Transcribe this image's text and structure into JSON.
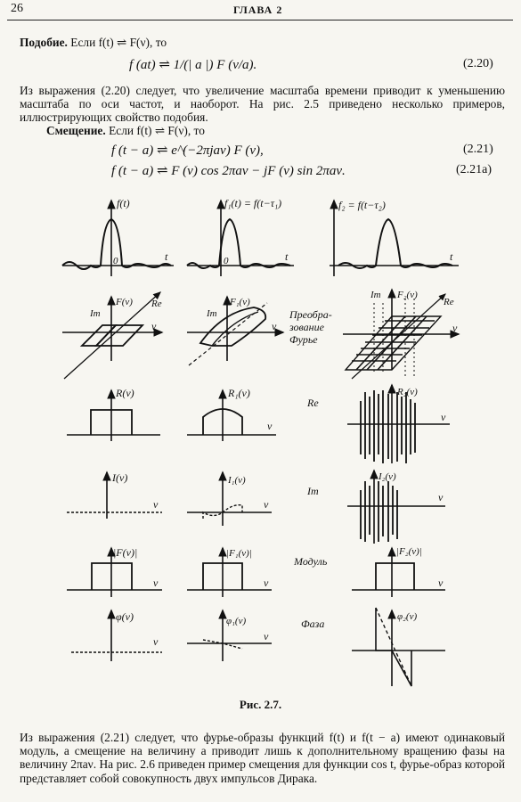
{
  "header": {
    "page_number": "26",
    "chapter": "ГЛАВА 2"
  },
  "similarity": {
    "lead": "Подобие.",
    "condition": "Если f(t) ⇌ F(ν), то",
    "formula": "f (at) ⇌ 1/(| a |) F (ν/a).",
    "eq_number": "(2.20)"
  },
  "paragraph1": "Из выражения (2.20) следует, что увеличение масштаба времени приводит к уменьшению масштаба по оси частот, и наоборот. На рис. 2.5 приведено несколько примеров, иллюстрирующих свойство подобия.",
  "shift": {
    "lead": "Смещение.",
    "condition": "Если f(t) ⇌ F(ν), то",
    "formula1": "f (t − a) ⇌ e^(−2πjaν) F (ν),",
    "eq_number1": "(2.21)",
    "formula2": "f (t − a) ⇌ F (ν) cos 2πaν − jF (ν) sin 2πaν.",
    "eq_number2": "(2.21a)"
  },
  "figure": {
    "caption": "Рис. 2.7.",
    "col_labels": [
      "f(t)",
      "f₁(t) = f(t−τ₁)",
      "f₂ = f(t−τ₂)"
    ],
    "axis_t": "t",
    "origin": "0",
    "axis_nu": "ν",
    "im_label": "Im",
    "re_label": "Re",
    "fourier_labels": [
      "F(ν)",
      "F₁(ν)",
      "F₂(ν)"
    ],
    "transform_label": "Преобра-зование Фурье",
    "real_labels": [
      "R(ν)",
      "R₁(ν)",
      "R₂(ν)"
    ],
    "real_row_label": "Re",
    "imag_labels": [
      "I(ν)",
      "I₁(ν)",
      "I₂(ν)"
    ],
    "imag_row_label": "Im",
    "modulus_labels": [
      "|F(ν)|",
      "|F₁(ν)|",
      "|F₂(ν)|"
    ],
    "modulus_row_label": "Модуль",
    "phase_labels": [
      "φ(ν)",
      "φ₁(ν)",
      "φ₂(ν)"
    ],
    "phase_row_label": "Фаза"
  },
  "paragraph2": "Из выражения (2.21) следует, что фурье-образы функций f(t) и f(t − a) имеют одинаковый модуль, а смещение на величину a приводит лишь к дополнительному вращению фазы на величину 2πaν. На рис. 2.6 приведен пример смещения для функции cos t, фурье-образ которой представляет собой совокупность двух импульсов Дирака."
}
